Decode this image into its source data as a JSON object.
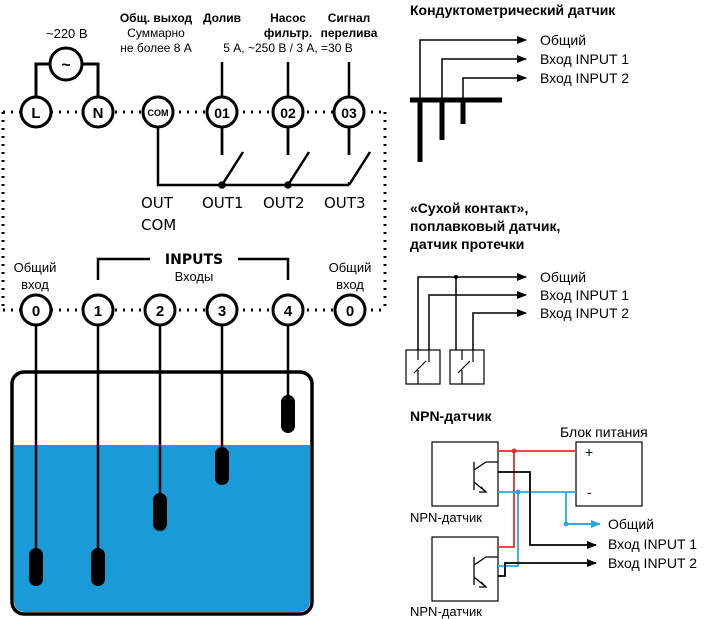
{
  "colors": {
    "water": "#1a9ad6",
    "red": "#e0312f",
    "blue": "#2aa7df",
    "line": "#000000"
  },
  "left": {
    "voltage": "~220 В",
    "tilde": "~",
    "terminals": {
      "L": "L",
      "N": "N",
      "COM": "COM",
      "O1": "01",
      "O2": "02",
      "O3": "03"
    },
    "headers": {
      "common_out_1": "Общ. выход",
      "common_out_2": "Суммарно",
      "common_out_3": "не более 8 А",
      "doliv": "Долив",
      "pump_1": "Насос",
      "pump_2": "фильтр.",
      "signal_1": "Сигнал",
      "signal_2": "перелива",
      "ratings": "5 А, ~250 В / 3 А, =30 В"
    },
    "outputs": {
      "out_1": "OUT",
      "out_2": "COM",
      "out1": "OUT1",
      "out2": "OUT2",
      "out3": "OUT3"
    },
    "inputs": {
      "title": "INPUTS",
      "subtitle": "Входы",
      "common_l1": "Общий",
      "common_l2": "вход",
      "common_r1": "Общий",
      "common_r2": "вход"
    },
    "input_terminals": [
      "0",
      "1",
      "2",
      "3",
      "4",
      "0"
    ]
  },
  "right": {
    "conduct": {
      "title": "Кондуктометрический датчик",
      "l1": "Общий",
      "l2": "Вход INPUT 1",
      "l3": "Вход INPUT 2"
    },
    "dry": {
      "title1": "«Сухой контакт»,",
      "title2": "поплавковый датчик,",
      "title3": "датчик протечки",
      "l1": "Общий",
      "l2": "Вход INPUT 1",
      "l3": "Вход INPUT 2"
    },
    "npn": {
      "title": "NPN-датчик",
      "psu": "Блок питания",
      "plus": "+",
      "minus": "-",
      "l1": "Общий",
      "l2": "Вход INPUT 1",
      "l3": "Вход INPUT 2",
      "s1": "NPN-датчик",
      "s2": "NPN-датчик"
    }
  }
}
